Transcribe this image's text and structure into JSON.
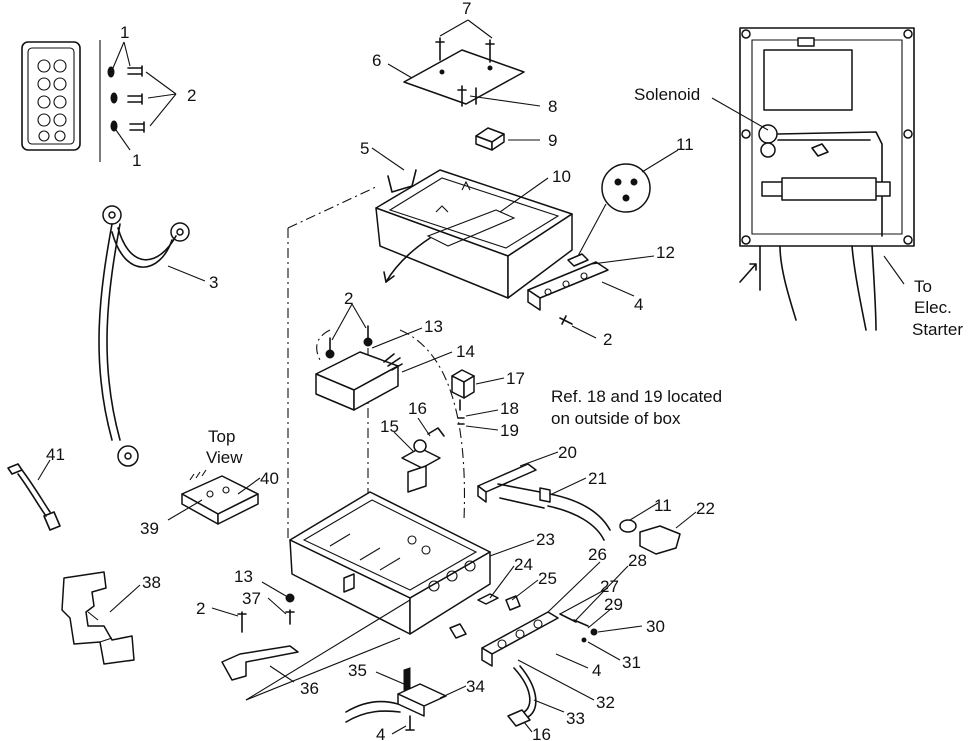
{
  "callouts": [
    "1",
    "2",
    "3",
    "4",
    "5",
    "6",
    "7",
    "8",
    "9",
    "10",
    "11",
    "12",
    "13",
    "14",
    "15",
    "16",
    "17",
    "18",
    "19",
    "20",
    "21",
    "22",
    "23",
    "24",
    "25",
    "26",
    "27",
    "28",
    "29",
    "30",
    "31",
    "32",
    "33",
    "34",
    "35",
    "36",
    "37",
    "38",
    "39",
    "40",
    "41"
  ],
  "labels": {
    "solenoid": "Solenoid",
    "starter_line1": "To",
    "starter_line2": "Elec.",
    "starter_line3": "Starter",
    "ref_note_line1": "Ref. 18 and 19 located",
    "ref_note_line2": "on outside of box",
    "top_view_line1": "Top",
    "top_view_line2": "View"
  }
}
